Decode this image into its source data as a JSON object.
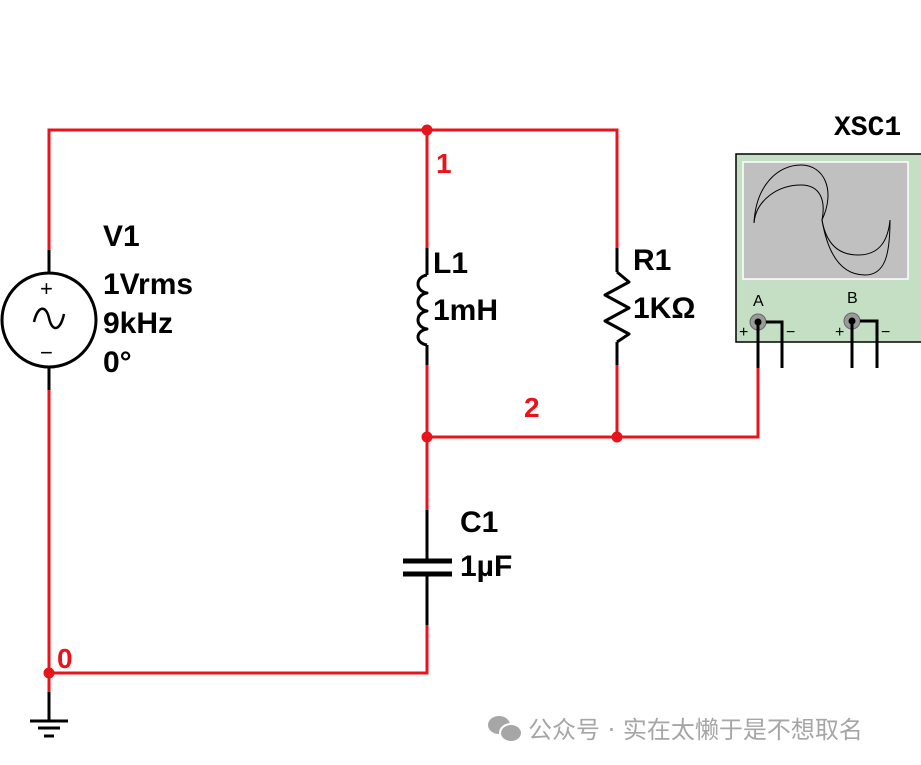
{
  "circuit": {
    "source": {
      "name": "V1",
      "value": "1Vrms",
      "frequency": "9kHz",
      "phase": "0°",
      "plus_sign": "+",
      "minus_sign": "−"
    },
    "inductor": {
      "name": "L1",
      "value": "1mH"
    },
    "resistor": {
      "name": "R1",
      "value": "1KΩ"
    },
    "capacitor": {
      "name": "C1",
      "value": "1µF"
    },
    "nets": {
      "n1": "1",
      "n2": "2",
      "n0": "0"
    },
    "oscilloscope": {
      "name": "XSC1",
      "channel_a": "A",
      "channel_b": "B",
      "plus": "+",
      "minus": "−"
    }
  },
  "colors": {
    "wire": "#e8141c",
    "scope_body": "#c4dfc4",
    "scope_screen": "#c0c0c0"
  },
  "watermark": {
    "text": "公众号 · 实在太懒于是不想取名"
  }
}
